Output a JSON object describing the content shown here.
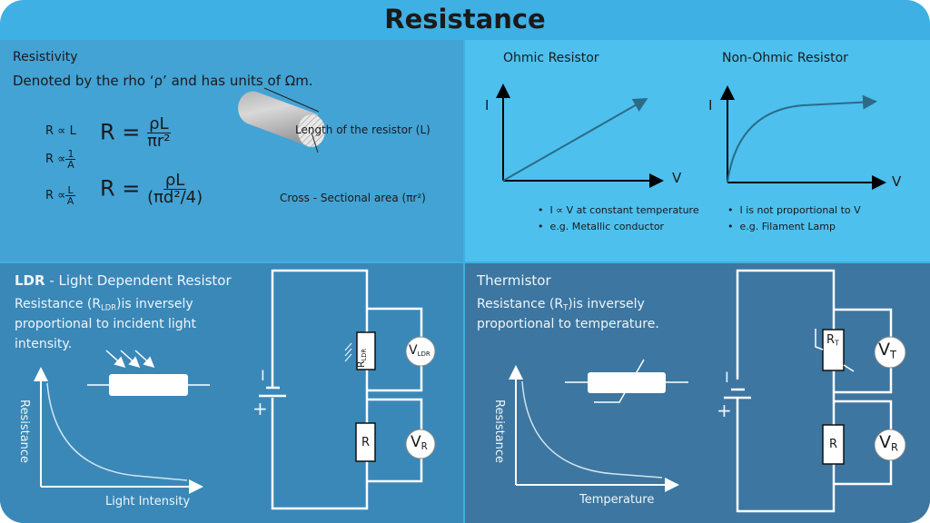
{
  "title": "Resistance",
  "colors": {
    "header": "#3fb0e3",
    "resistivity": "#43a3d5",
    "ohmic": "#4dc0ee",
    "ldr": "#3a88b8",
    "thermistor": "#3d76a0"
  },
  "resistivity": {
    "heading": "Resistivity",
    "description": "Denoted by the rho ‘ρ’ and has units of Ωm.",
    "prop1": "R ∝ L",
    "prop2_lhs": "R ∝",
    "prop2_num": "1",
    "prop2_den": "A",
    "prop3_lhs": "R ∝",
    "prop3_num": "L",
    "prop3_den": "A",
    "eq1_lhs": "R =",
    "eq1_num": "ρL",
    "eq1_den": "πr²",
    "eq2_lhs": "R =",
    "eq2_num": "ρL",
    "eq2_den": "(πd²/4)",
    "length_label": "Length of the resistor (L)",
    "area_label": "Cross - Sectional area (πr²)"
  },
  "ohmic": {
    "title": "Ohmic Resistor",
    "y_axis": "I",
    "x_axis": "V",
    "bullets": [
      "I ∝ V at constant temperature",
      "e.g. Metallic conductor"
    ]
  },
  "non_ohmic": {
    "title": "Non-Ohmic Resistor",
    "y_axis": "I",
    "x_axis": "V",
    "bullets": [
      "I is not proportional to V",
      "e.g. Filament Lamp"
    ]
  },
  "ldr": {
    "title_bold": "LDR",
    "title_rest": " - Light Dependent Resistor",
    "desc1_a": "Resistance (R",
    "desc1_sub": "LDR",
    "desc1_b": ")is inversely",
    "desc2": "proportional to incident light",
    "desc3": "intensity.",
    "y_axis": "Resistance",
    "x_axis": "Light Intensity",
    "battery_minus": "I",
    "battery_plus": "+",
    "r_ldr": "R",
    "r_ldr_sub": "LDR",
    "v_ldr": "V",
    "v_ldr_sub": "LDR",
    "r": "R",
    "v_r": "V",
    "v_r_sub": "R"
  },
  "thermistor": {
    "title": "Thermistor",
    "desc1_a": "Resistance (R",
    "desc1_sub": "T",
    "desc1_b": ")is inversely",
    "desc2": "proportional to temperature.",
    "y_axis": "Resistance",
    "x_axis": "Temperature",
    "battery_minus": "I",
    "battery_plus": "+",
    "r_t": "R",
    "r_t_sub": "T",
    "v_t": "V",
    "v_t_sub": "T",
    "r": "R",
    "v_r": "V",
    "v_r_sub": "R"
  }
}
